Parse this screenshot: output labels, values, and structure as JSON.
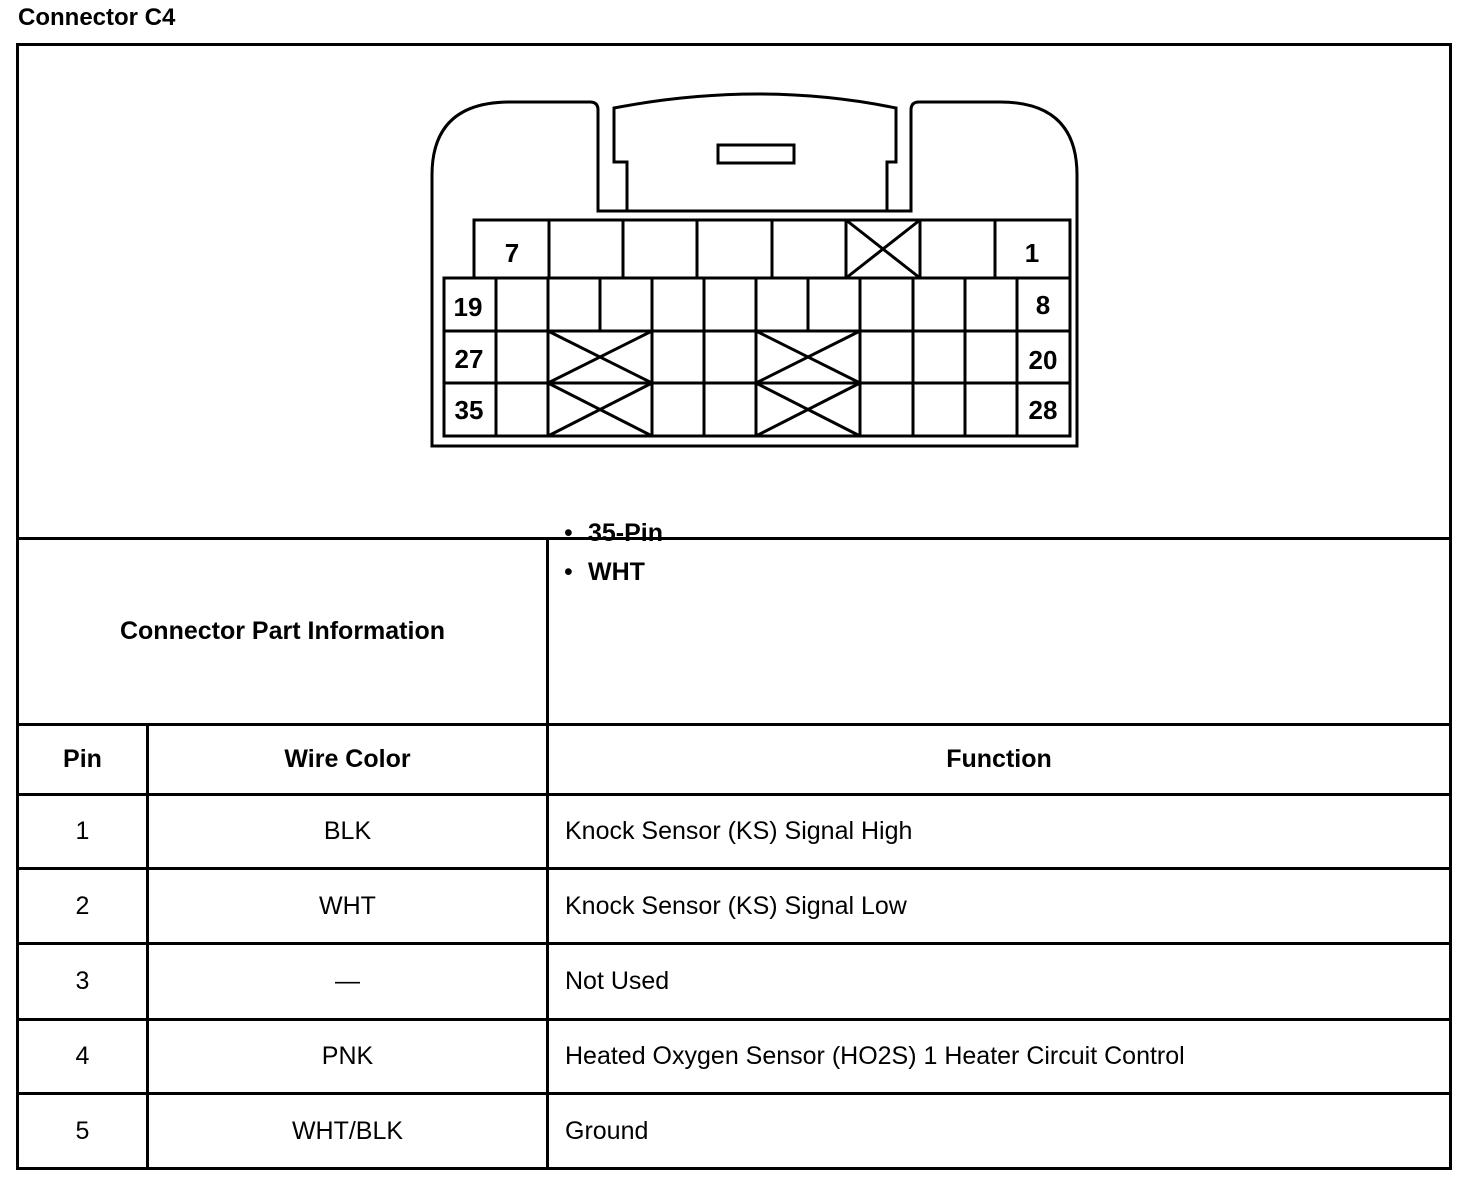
{
  "title": "Connector C4",
  "connector": {
    "labels": {
      "pin_7": "7",
      "pin_1": "1",
      "pin_19": "19",
      "pin_8": "8",
      "pin_27": "27",
      "pin_20": "20",
      "pin_35": "35",
      "pin_28": "28"
    }
  },
  "part_info": {
    "label": "Connector Part Information",
    "items": [
      "35-Pin",
      "WHT"
    ]
  },
  "table": {
    "headers": {
      "pin": "Pin",
      "wire_color": "Wire Color",
      "function": "Function"
    },
    "rows": [
      {
        "pin": "1",
        "wire_color": "BLK",
        "function": "Knock Sensor (KS) Signal High"
      },
      {
        "pin": "2",
        "wire_color": "WHT",
        "function": "Knock Sensor (KS) Signal Low"
      },
      {
        "pin": "3",
        "wire_color": "—",
        "function": "Not Used"
      },
      {
        "pin": "4",
        "wire_color": "PNK",
        "function": "Heated Oxygen Sensor (HO2S) 1 Heater Circuit Control"
      },
      {
        "pin": "5",
        "wire_color": "WHT/BLK",
        "function": "Ground"
      }
    ]
  }
}
